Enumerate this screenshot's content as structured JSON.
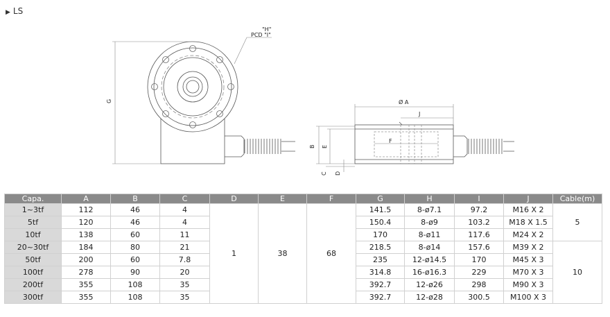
{
  "section_title": "LS",
  "drawing_labels": {
    "H": "\"H\"",
    "PCD": "PCD \"I\"",
    "G": "G",
    "dia_A": "Ø A",
    "J": "J",
    "F": "F",
    "B": "B",
    "E": "E",
    "C": "C",
    "D": "D"
  },
  "table": {
    "headers": [
      "Capa.",
      "A",
      "B",
      "C",
      "D",
      "E",
      "F",
      "G",
      "H",
      "I",
      "J",
      "Cable(m)"
    ],
    "rows": [
      {
        "capa": "1~3tf",
        "A": "112",
        "B": "46",
        "C": "4",
        "G": "141.5",
        "H": "8-ø7.1",
        "I": "97.2",
        "J": "M16 X 2"
      },
      {
        "capa": "5tf",
        "A": "120",
        "B": "46",
        "C": "4",
        "G": "150.4",
        "H": "8-ø9",
        "I": "103.2",
        "J": "M18 X 1.5"
      },
      {
        "capa": "10tf",
        "A": "138",
        "B": "60",
        "C": "11",
        "G": "170",
        "H": "8-ø11",
        "I": "117.6",
        "J": "M24 X 2"
      },
      {
        "capa": "20~30tf",
        "A": "184",
        "B": "80",
        "C": "21",
        "G": "218.5",
        "H": "8-ø14",
        "I": "157.6",
        "J": "M39 X 2"
      },
      {
        "capa": "50tf",
        "A": "200",
        "B": "60",
        "C": "7.8",
        "G": "235",
        "H": "12-ø14.5",
        "I": "170",
        "J": "M45 X 3"
      },
      {
        "capa": "100tf",
        "A": "278",
        "B": "90",
        "C": "20",
        "G": "314.8",
        "H": "16-ø16.3",
        "I": "229",
        "J": "M70 X 3"
      },
      {
        "capa": "200tf",
        "A": "355",
        "B": "108",
        "C": "35",
        "G": "392.7",
        "H": "12-ø26",
        "I": "298",
        "J": "M90 X 3"
      },
      {
        "capa": "300tf",
        "A": "355",
        "B": "108",
        "C": "35",
        "G": "392.7",
        "H": "12-ø28",
        "I": "300.5",
        "J": "M100 X 3"
      }
    ],
    "merged": {
      "D": "1",
      "E": "38",
      "F": "68",
      "cable_group1": "5",
      "cable_group2": "10"
    }
  }
}
